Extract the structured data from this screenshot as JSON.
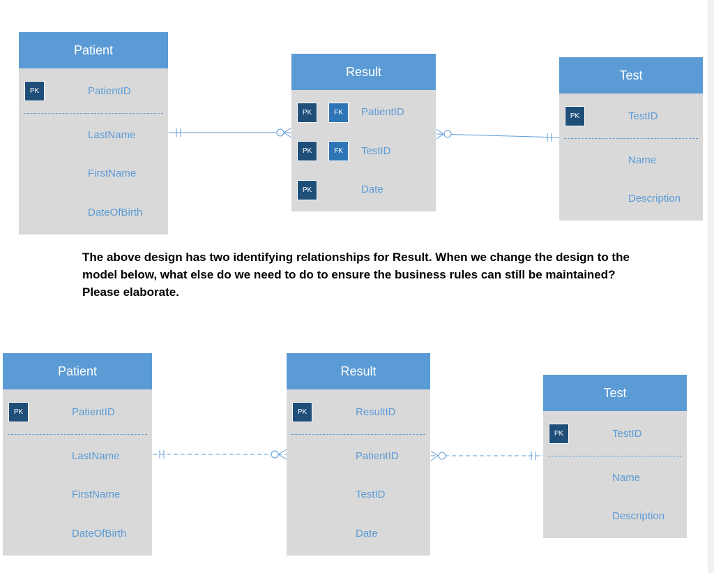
{
  "diagram1": {
    "patient": {
      "title": "Patient",
      "key_badge": "PK",
      "key_attr": "PatientID",
      "attrs": [
        "LastName",
        "FirstName",
        "DateOfBirth"
      ]
    },
    "result": {
      "title": "Result",
      "rows": [
        {
          "pk": "PK",
          "fk": "FK",
          "name": "PatientID"
        },
        {
          "pk": "PK",
          "fk": "FK",
          "name": "TestID"
        },
        {
          "pk": "PK",
          "name": "Date"
        }
      ]
    },
    "test": {
      "title": "Test",
      "key_badge": "PK",
      "key_attr": "TestID",
      "attrs": [
        "Name",
        "Description"
      ]
    },
    "relationships": [
      {
        "from": "Patient",
        "to": "Result",
        "type": "identifying",
        "from_card": "one-and-only-one",
        "to_card": "zero-or-many"
      },
      {
        "from": "Result",
        "to": "Test",
        "type": "identifying",
        "from_card": "zero-or-many",
        "to_card": "one-and-only-one"
      }
    ]
  },
  "question": "The above design has two identifying relationships for Result. When we change the design to the model below, what else do we need to do to ensure the business rules can still be maintained? Please elaborate.",
  "diagram2": {
    "patient": {
      "title": "Patient",
      "key_badge": "PK",
      "key_attr": "PatientID",
      "attrs": [
        "LastName",
        "FirstName",
        "DateOfBirth"
      ]
    },
    "result": {
      "title": "Result",
      "key_badge": "PK",
      "key_attr": "ResultID",
      "attrs": [
        "PatientID",
        "TestID",
        "Date"
      ]
    },
    "test": {
      "title": "Test",
      "key_badge": "PK",
      "key_attr": "TestID",
      "attrs": [
        "Name",
        "Description"
      ]
    },
    "relationships": [
      {
        "from": "Patient",
        "to": "Result",
        "type": "non-identifying",
        "from_card": "one-and-only-one",
        "to_card": "zero-or-many"
      },
      {
        "from": "Result",
        "to": "Test",
        "type": "non-identifying",
        "from_card": "zero-or-many",
        "to_card": "one-and-only-one"
      }
    ]
  },
  "colors": {
    "header": "#5b9bd5",
    "body": "#d9d9d9",
    "pk_badge": "#1f4e79",
    "fk_badge": "#2e75b6",
    "attribute_text": "#5b9bd5",
    "line": "#5b9bd5"
  }
}
